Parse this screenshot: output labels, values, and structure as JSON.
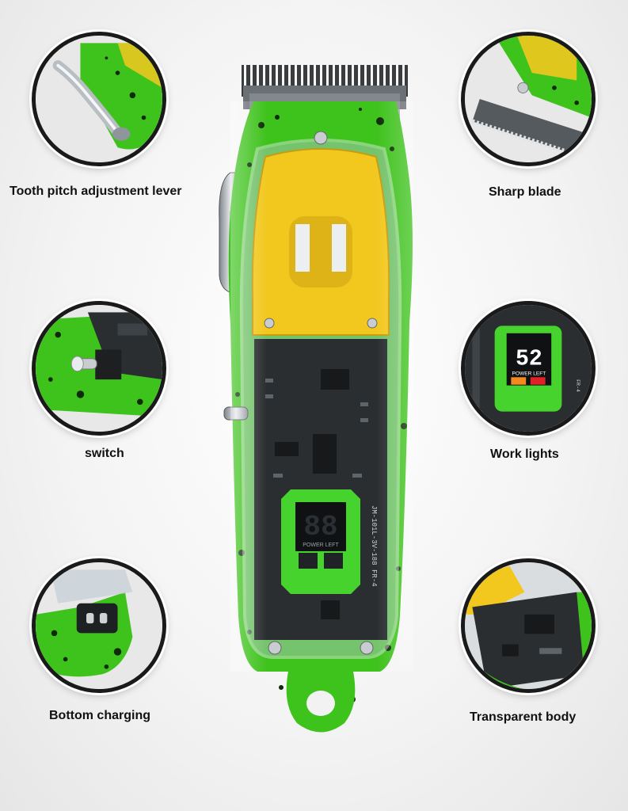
{
  "features": [
    {
      "id": "tooth-pitch",
      "label": "Tooth pitch adjustment lever",
      "icon": "lever-icon"
    },
    {
      "id": "sharp-blade",
      "label": "Sharp blade",
      "icon": "blade-icon"
    },
    {
      "id": "switch",
      "label": "switch",
      "icon": "switch-icon"
    },
    {
      "id": "work-lights",
      "label": "Work lights",
      "icon": "display-icon"
    },
    {
      "id": "bottom-charging",
      "label": "Bottom charging",
      "icon": "charging-port-icon"
    },
    {
      "id": "transparent-body",
      "label": "Transparent body",
      "icon": "circuit-board-icon"
    }
  ],
  "display": {
    "digits": "88",
    "caption": "POWER LEFT",
    "detail_digits": "52",
    "board_marking": "JM-101L-3V-188 FR-4"
  },
  "colors": {
    "body_green": "#3ec21c",
    "housing_yellow": "#f2c81f",
    "speckle": "#0e2a08",
    "chrome": "#c9cdd1",
    "board_dark": "#2b2e31"
  }
}
